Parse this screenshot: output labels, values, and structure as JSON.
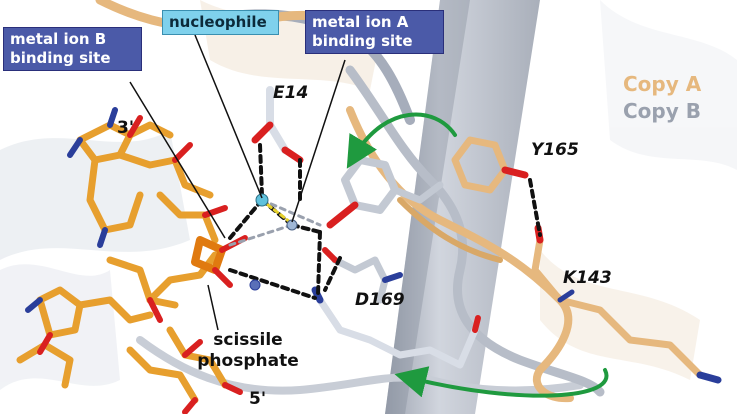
{
  "callouts": {
    "metal_b": [
      "metal ion B",
      "binding site"
    ],
    "nucleophile": "nucleophile",
    "metal_a": [
      "metal ion A",
      "binding site"
    ]
  },
  "residues": {
    "e14": "E14",
    "y165": "Y165",
    "k143": "K143",
    "d169": "D169"
  },
  "ends": {
    "three_prime": "3'",
    "five_prime": "5'"
  },
  "scissile": [
    "scissile",
    "phosphate"
  ],
  "legend": {
    "copy_a": "Copy A",
    "copy_b": "Copy B"
  },
  "colors": {
    "copy_a": "#e6b87e",
    "copy_b": "#a6adbb",
    "callout_dark": "#4b5aa8",
    "callout_light": "#7fd1ec",
    "arrow": "#1f9a3f",
    "carbon_orange": "#e79f2e",
    "oxygen": "#d92020",
    "nitrogen": "#2a3e9a",
    "phosphorus": "#e07a10"
  }
}
